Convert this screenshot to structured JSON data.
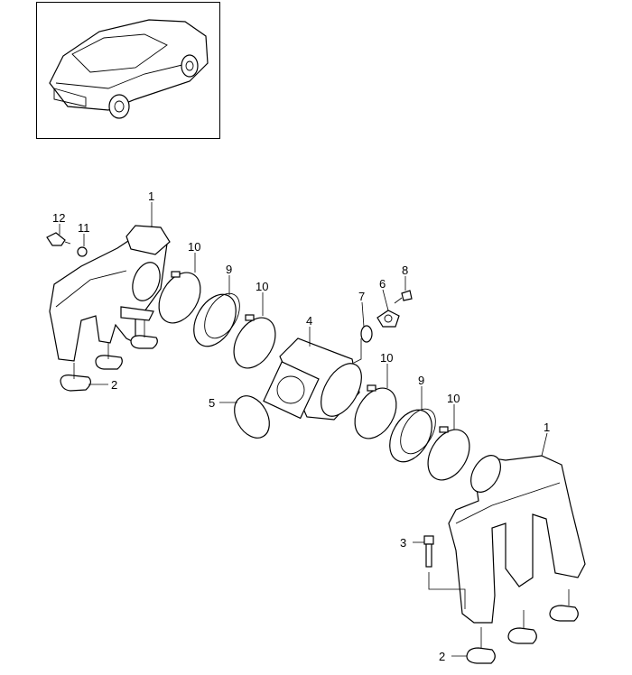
{
  "diagram": {
    "callouts": [
      "1",
      "12",
      "11",
      "10",
      "9",
      "10",
      "8",
      "6",
      "7",
      "4",
      "10",
      "9",
      "10",
      "1",
      "5",
      "2",
      "3",
      "2"
    ]
  },
  "colors": {
    "line": "#000000",
    "background": "#ffffff"
  }
}
